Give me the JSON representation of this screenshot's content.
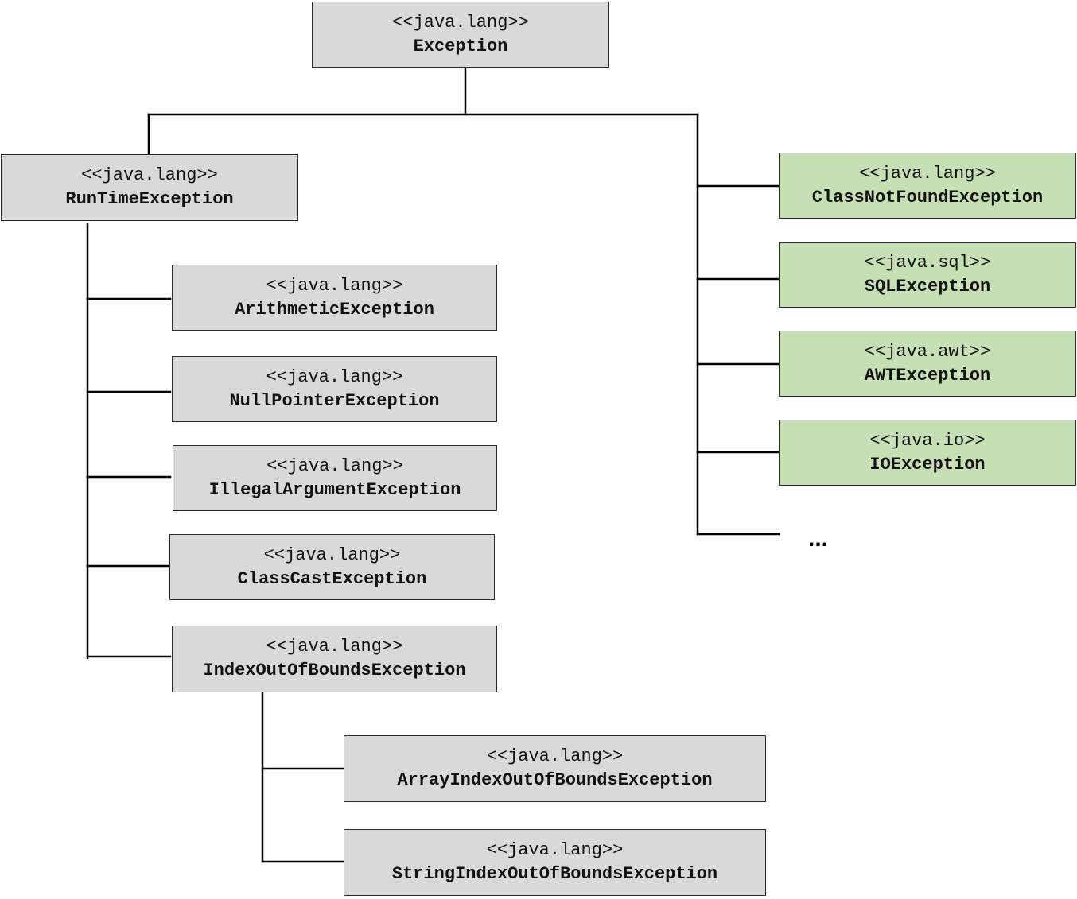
{
  "nodes": {
    "exception": {
      "package": "<<java.lang>>",
      "name": "Exception"
    },
    "runtime": {
      "package": "<<java.lang>>",
      "name": "RunTimeException"
    },
    "arithmetic": {
      "package": "<<java.lang>>",
      "name": "ArithmeticException"
    },
    "nullpointer": {
      "package": "<<java.lang>>",
      "name": "NullPointerException"
    },
    "illegalargument": {
      "package": "<<java.lang>>",
      "name": "IllegalArgumentException"
    },
    "classcast": {
      "package": "<<java.lang>>",
      "name": "ClassCastException"
    },
    "indexoutofbounds": {
      "package": "<<java.lang>>",
      "name": "IndexOutOfBoundsException"
    },
    "arrayindex": {
      "package": "<<java.lang>>",
      "name": "ArrayIndexOutOfBoundsException"
    },
    "stringindex": {
      "package": "<<java.lang>>",
      "name": "StringIndexOutOfBoundsException"
    },
    "classnotfound": {
      "package": "<<java.lang>>",
      "name": "ClassNotFoundException"
    },
    "sql": {
      "package": "<<java.sql>>",
      "name": "SQLException"
    },
    "awt": {
      "package": "<<java.awt>>",
      "name": "AWTException"
    },
    "io": {
      "package": "<<java.io>>",
      "name": "IOException"
    }
  },
  "more_indicator": "...",
  "colors": {
    "unchecked_fill": "#d9d9d9",
    "checked_fill": "#c6dfb5",
    "connector": "#000000"
  }
}
